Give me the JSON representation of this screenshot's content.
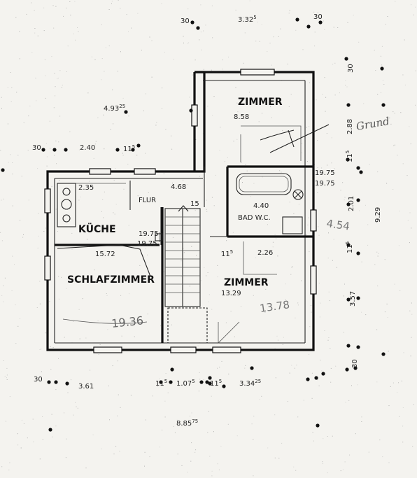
{
  "rooms": {
    "zimmer_top": "ZIMMER",
    "zimmer_top_area": "8.58",
    "kueche": "KÜCHE",
    "flur": "FLUR",
    "bad": "BAD W.C.",
    "schlafzimmer": "SCHLAFZIMMER",
    "zimmer_bottom": "ZIMMER",
    "zimmer_bottom_area": "13.29"
  },
  "dimensions": {
    "top_30": "30",
    "top_332": "3.32",
    "top_332_sup": "5",
    "top_30b": "30",
    "right_30": "30",
    "left_493": "4.93",
    "left_493_sup": "25",
    "left_30": "30",
    "left_240": "2.40",
    "left_115": "11",
    "left_115_sup": "5",
    "right_288": "2.88",
    "right_115a": "11",
    "right_115a_sup": "5",
    "right_201": "2.01",
    "right_929": "9.29",
    "right_115b": "11",
    "right_115b_sup": "5",
    "right_357": "3.57",
    "right_30b": "30",
    "bad_1975a": "19.75",
    "bad_1975b": "19.75",
    "bad_440": "4.40",
    "kueche_235": "2.35",
    "flur_468": "4.68",
    "stair_15": "15",
    "mid_1975a": "19.75",
    "mid_1975b": "19.75",
    "schlaf_area": "15.72",
    "zimmer_115": "11",
    "zimmer_115_sup": "5",
    "zimmer_226": "2.26",
    "bottom_30": "30",
    "bottom_361": "3.61",
    "bottom_115a": "11",
    "bottom_115a_sup": "5",
    "bottom_1075": "1.07",
    "bottom_1075_sup": "5",
    "bottom_115b": "11",
    "bottom_115b_sup": "5",
    "bottom_334": "3.34",
    "bottom_334_sup": "25",
    "total_885": "8.85",
    "total_885_sup": "75"
  },
  "annotations": {
    "grund": "Grund",
    "side_454": "4.54",
    "schlaf_1936": "19.36",
    "zimmer_1378": "13.78"
  }
}
